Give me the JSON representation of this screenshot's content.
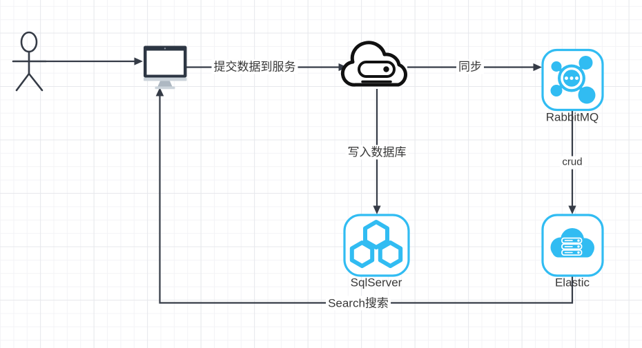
{
  "diagram": {
    "nodes": {
      "actor": {
        "label": "",
        "icon": "stick-figure-icon"
      },
      "client": {
        "label": "",
        "icon": "desktop-monitor-icon"
      },
      "service": {
        "label": "",
        "icon": "cloud-server-icon"
      },
      "rabbitmq": {
        "label": "RabbitMQ",
        "icon": "rabbitmq-hub-icon"
      },
      "sqlserver": {
        "label": "SqlServer",
        "icon": "sqlserver-hexagons-icon"
      },
      "elastic": {
        "label": "Elastic",
        "icon": "elastic-cloud-storage-icon"
      }
    },
    "edges": {
      "user_to_client": {
        "label": ""
      },
      "client_to_service": {
        "label": "提交数据到服务"
      },
      "service_to_rabbitmq": {
        "label": "同步"
      },
      "service_to_sqlserver": {
        "label": "写入数据库"
      },
      "rabbitmq_to_elastic": {
        "label": "crud"
      },
      "elastic_to_client": {
        "label": "Search搜索"
      }
    },
    "colors": {
      "edge_stroke": "#353b46",
      "cloud_outline": "#111111",
      "icon_accent_cyan": "#31bcf2",
      "monitor_frame": "#2d3643",
      "monitor_stand": "#aeb8c2",
      "label_text": "#383838",
      "grid_minor": "#f3f3f6",
      "grid_major": "#e7e8ec",
      "canvas_bg": "#ffffff"
    }
  }
}
